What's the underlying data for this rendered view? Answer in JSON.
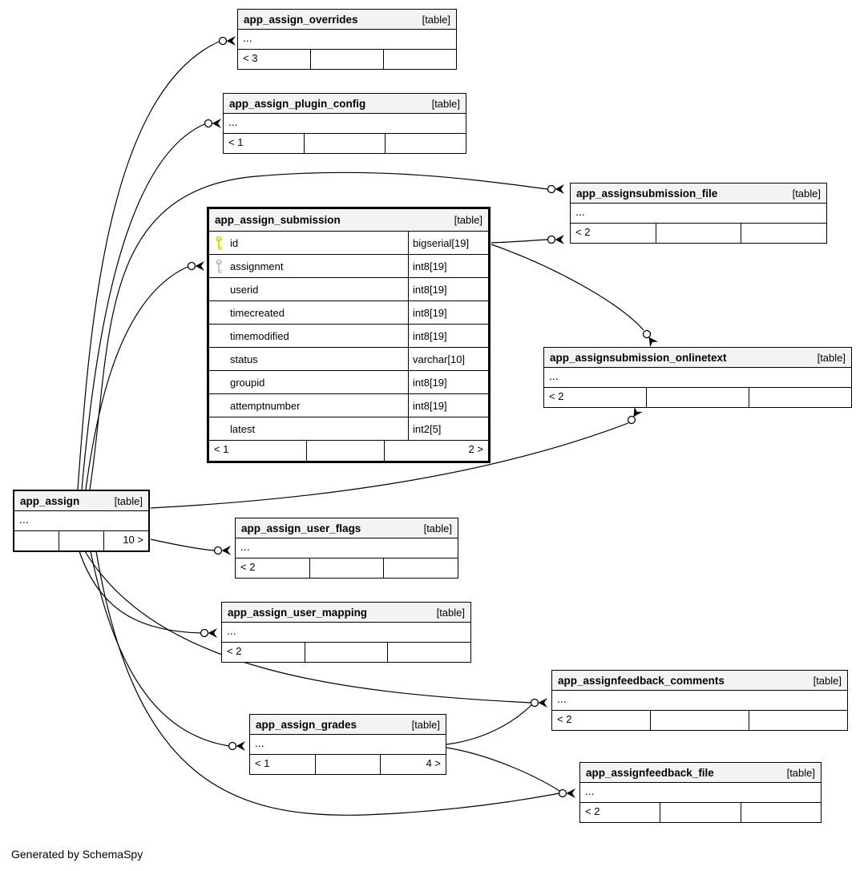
{
  "diagram": {
    "generated_by": "Generated by SchemaSpy"
  },
  "colors": {
    "primary_key_icon": "#d7df00",
    "foreign_key_icon": "#c4c4c4",
    "table_header_bg": "#f3f3f3",
    "edge_line": "#000000"
  },
  "tables": {
    "overrides": {
      "name": "app_assign_overrides",
      "tag": "[table]",
      "dots": "...",
      "footer": [
        "< 3",
        "",
        ""
      ]
    },
    "plugin_config": {
      "name": "app_assign_plugin_config",
      "tag": "[table]",
      "dots": "...",
      "footer": [
        "< 1",
        "",
        ""
      ]
    },
    "submission": {
      "name": "app_assign_submission",
      "tag": "[table]",
      "columns": [
        {
          "name": "id",
          "type": "bigserial[19]",
          "key": "primary-key"
        },
        {
          "name": "assignment",
          "type": "int8[19]",
          "key": "foreign-key"
        },
        {
          "name": "userid",
          "type": "int8[19]"
        },
        {
          "name": "timecreated",
          "type": "int8[19]"
        },
        {
          "name": "timemodified",
          "type": "int8[19]"
        },
        {
          "name": "status",
          "type": "varchar[10]"
        },
        {
          "name": "groupid",
          "type": "int8[19]"
        },
        {
          "name": "attemptnumber",
          "type": "int8[19]"
        },
        {
          "name": "latest",
          "type": "int2[5]"
        }
      ],
      "footer": [
        "< 1",
        "",
        "2 >"
      ]
    },
    "submission_file": {
      "name": "app_assignsubmission_file",
      "tag": "[table]",
      "dots": "...",
      "footer": [
        "< 2",
        "",
        ""
      ]
    },
    "onlinetext": {
      "name": "app_assignsubmission_onlinetext",
      "tag": "[table]",
      "dots": "...",
      "footer": [
        "< 2",
        "",
        ""
      ]
    },
    "app_assign": {
      "name": "app_assign",
      "tag": "[table]",
      "dots": "...",
      "footer": [
        "",
        "",
        "10 >"
      ]
    },
    "user_flags": {
      "name": "app_assign_user_flags",
      "tag": "[table]",
      "dots": "...",
      "footer": [
        "< 2",
        "",
        ""
      ]
    },
    "user_mapping": {
      "name": "app_assign_user_mapping",
      "tag": "[table]",
      "dots": "...",
      "footer": [
        "< 2",
        "",
        ""
      ]
    },
    "feedback_comments": {
      "name": "app_assignfeedback_comments",
      "tag": "[table]",
      "dots": "...",
      "footer": [
        "< 2",
        "",
        ""
      ]
    },
    "grades": {
      "name": "app_assign_grades",
      "tag": "[table]",
      "dots": "...",
      "footer": [
        "< 1",
        "",
        "4 >"
      ]
    },
    "feedback_file": {
      "name": "app_assignfeedback_file",
      "tag": "[table]",
      "dots": "...",
      "footer": [
        "< 2",
        "",
        ""
      ]
    }
  }
}
